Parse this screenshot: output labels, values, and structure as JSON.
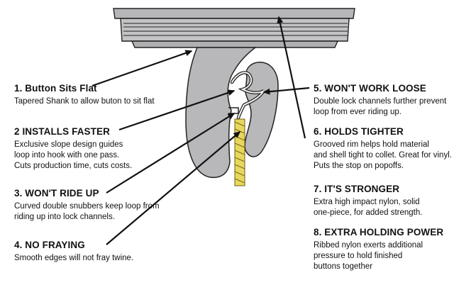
{
  "colors": {
    "hook": "#b8b8bb",
    "outline": "#222222",
    "twine": "#e8d75c",
    "arrow": "#111111"
  },
  "callouts": [
    {
      "id": "c1",
      "heading": "1. Button Sits Flat",
      "lines": [
        "Tapered Shank to allow buton to sit flat"
      ]
    },
    {
      "id": "c2",
      "heading": "2 INSTALLS FASTER",
      "lines": [
        "Exclusive slope design guides",
        "loop into hook with one pass.",
        "Cuts production time, cuts costs."
      ]
    },
    {
      "id": "c3",
      "heading": "3. WON'T RIDE UP",
      "lines": [
        "Curved double snubbers keep loop from",
        "riding up into lock channels."
      ]
    },
    {
      "id": "c4",
      "heading": "4. NO FRAYING",
      "lines": [
        "Smooth edges will not fray twine."
      ]
    },
    {
      "id": "c5",
      "heading": "5. WON'T WORK LOOSE",
      "lines": [
        "Double lock channels further prevent",
        "loop from ever riding up."
      ]
    },
    {
      "id": "c6",
      "heading": "6. HOLDS TIGHTER",
      "lines": [
        "Grooved rim helps hold material",
        "and shell tight to collet. Great for vinyl.",
        "Puts the stop on popoffs."
      ]
    },
    {
      "id": "c7",
      "heading": "7. IT'S STRONGER",
      "lines": [
        "Extra high impact nylon, solid",
        "one-piece, for added strength."
      ]
    },
    {
      "id": "c8",
      "heading": "8. EXTRA HOLDING POWER",
      "lines": [
        "Ribbed nylon exerts additional",
        "pressure to hold finished",
        "buttons together"
      ]
    }
  ]
}
